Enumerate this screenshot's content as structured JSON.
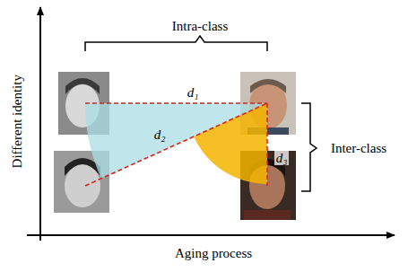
{
  "diagram": {
    "labels": [
      "Intra-class",
      "Inter-class",
      "Different identity",
      "Aging process",
      "d₁",
      "d₂",
      "d₃"
    ]
  }
}
